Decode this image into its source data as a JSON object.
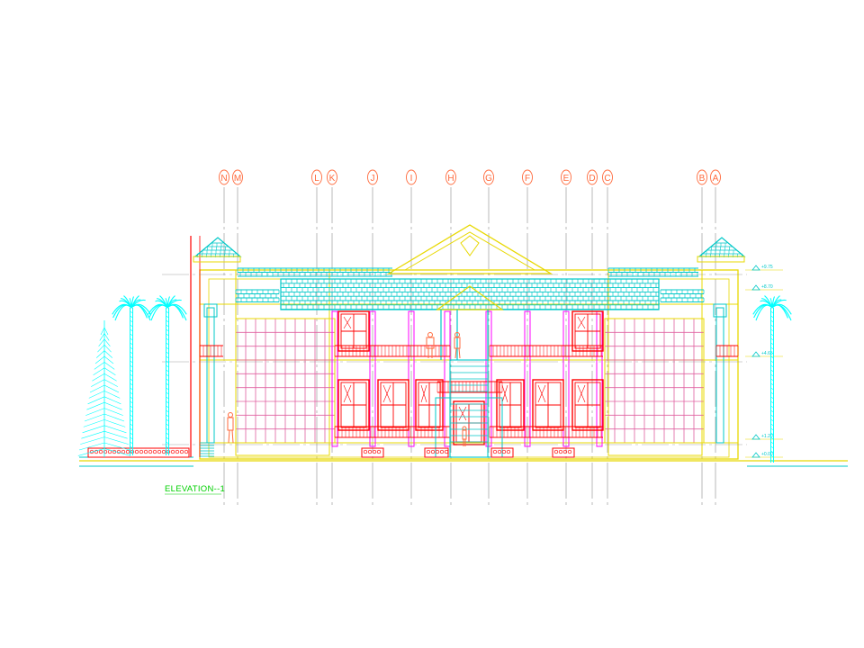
{
  "drawing": {
    "title": "ELEVATION--1",
    "grid_labels": [
      "N",
      "M",
      "L",
      "K",
      "J",
      "I",
      "H",
      "G",
      "F",
      "E",
      "D",
      "C",
      "B",
      "A"
    ],
    "level_marks": [
      "+9.75",
      "+8.70",
      "+4.65",
      "+1.20",
      "+0.00"
    ]
  },
  "colors": {
    "background": "#ffffff",
    "roof": "#00c8c8",
    "wall_outline": "#e8d800",
    "window_grid": "#e060a0",
    "door_red": "#ff0000",
    "column_magenta": "#ff00ff",
    "grid_line": "#8c8c8c",
    "bubble": "#ff6a3c",
    "palm": "#00ffff",
    "label_green": "#00d000"
  }
}
